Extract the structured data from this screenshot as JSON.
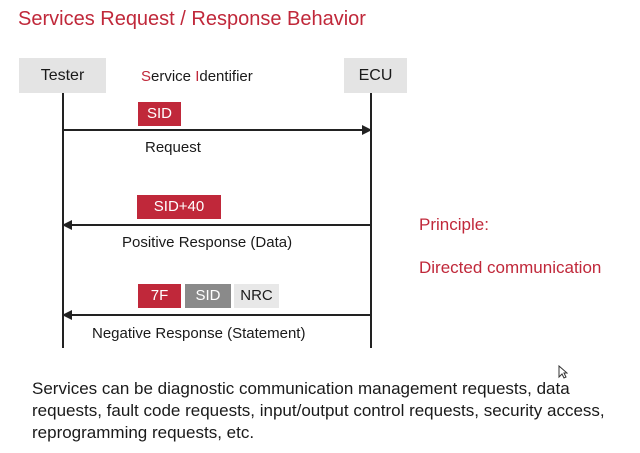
{
  "title": "Services Request / Response Behavior",
  "actors": {
    "tester": "Tester",
    "ecu": "ECU"
  },
  "service_identifier": {
    "s": "S",
    "mid": "ervice ",
    "i": "I",
    "rest": "dentifier"
  },
  "request": {
    "box": "SID",
    "label": "Request"
  },
  "positive_response": {
    "box": "SID+40",
    "label": "Positive Response (Data)"
  },
  "negative_response": {
    "box_7f": "7F",
    "box_sid": "SID",
    "box_nrc": "NRC",
    "label": "Negative Response (Statement)"
  },
  "principle": {
    "heading": "Principle:",
    "value": "Directed communication"
  },
  "footnote": "Services can be diagnostic communication management requests, data requests, fault code requests, input/output control requests, security access, reprogramming requests, etc.",
  "colors": {
    "accent": "#c0283a",
    "grey_box": "#8a8a8a",
    "light_box": "#e8e8e8",
    "actor_bg": "#e4e4e4"
  }
}
